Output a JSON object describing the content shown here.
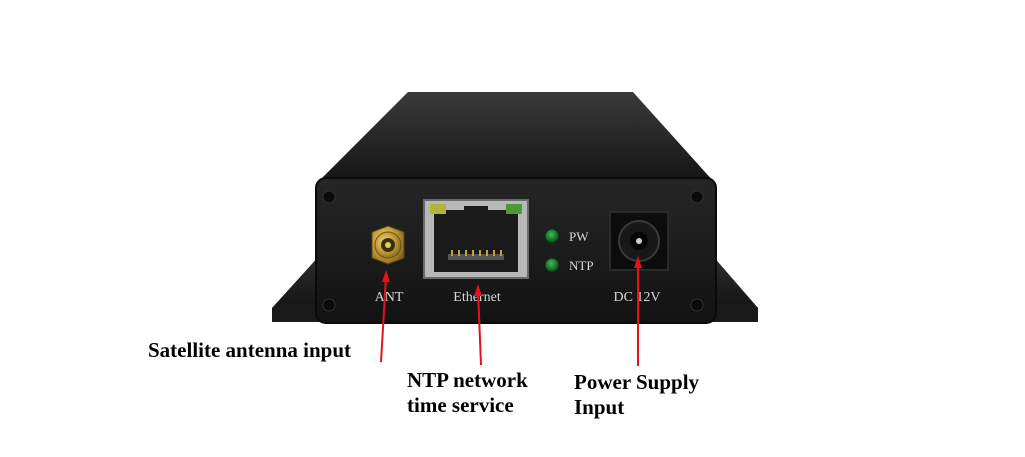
{
  "panel_labels": {
    "ant": "ANT",
    "ethernet": "Ethernet",
    "pw": "PW",
    "ntp": "NTP",
    "dc": "DC 12V"
  },
  "callouts": {
    "satellite": "Satellite antenna input",
    "ntp_line1": "NTP network",
    "ntp_line2": "time service",
    "power_line1": "Power Supply",
    "power_line2": "Input"
  },
  "colors": {
    "arrow": "#e8101a",
    "device_body": "#1c1c1c",
    "led": "#1f7a2a",
    "connector": "#c9a13b"
  }
}
